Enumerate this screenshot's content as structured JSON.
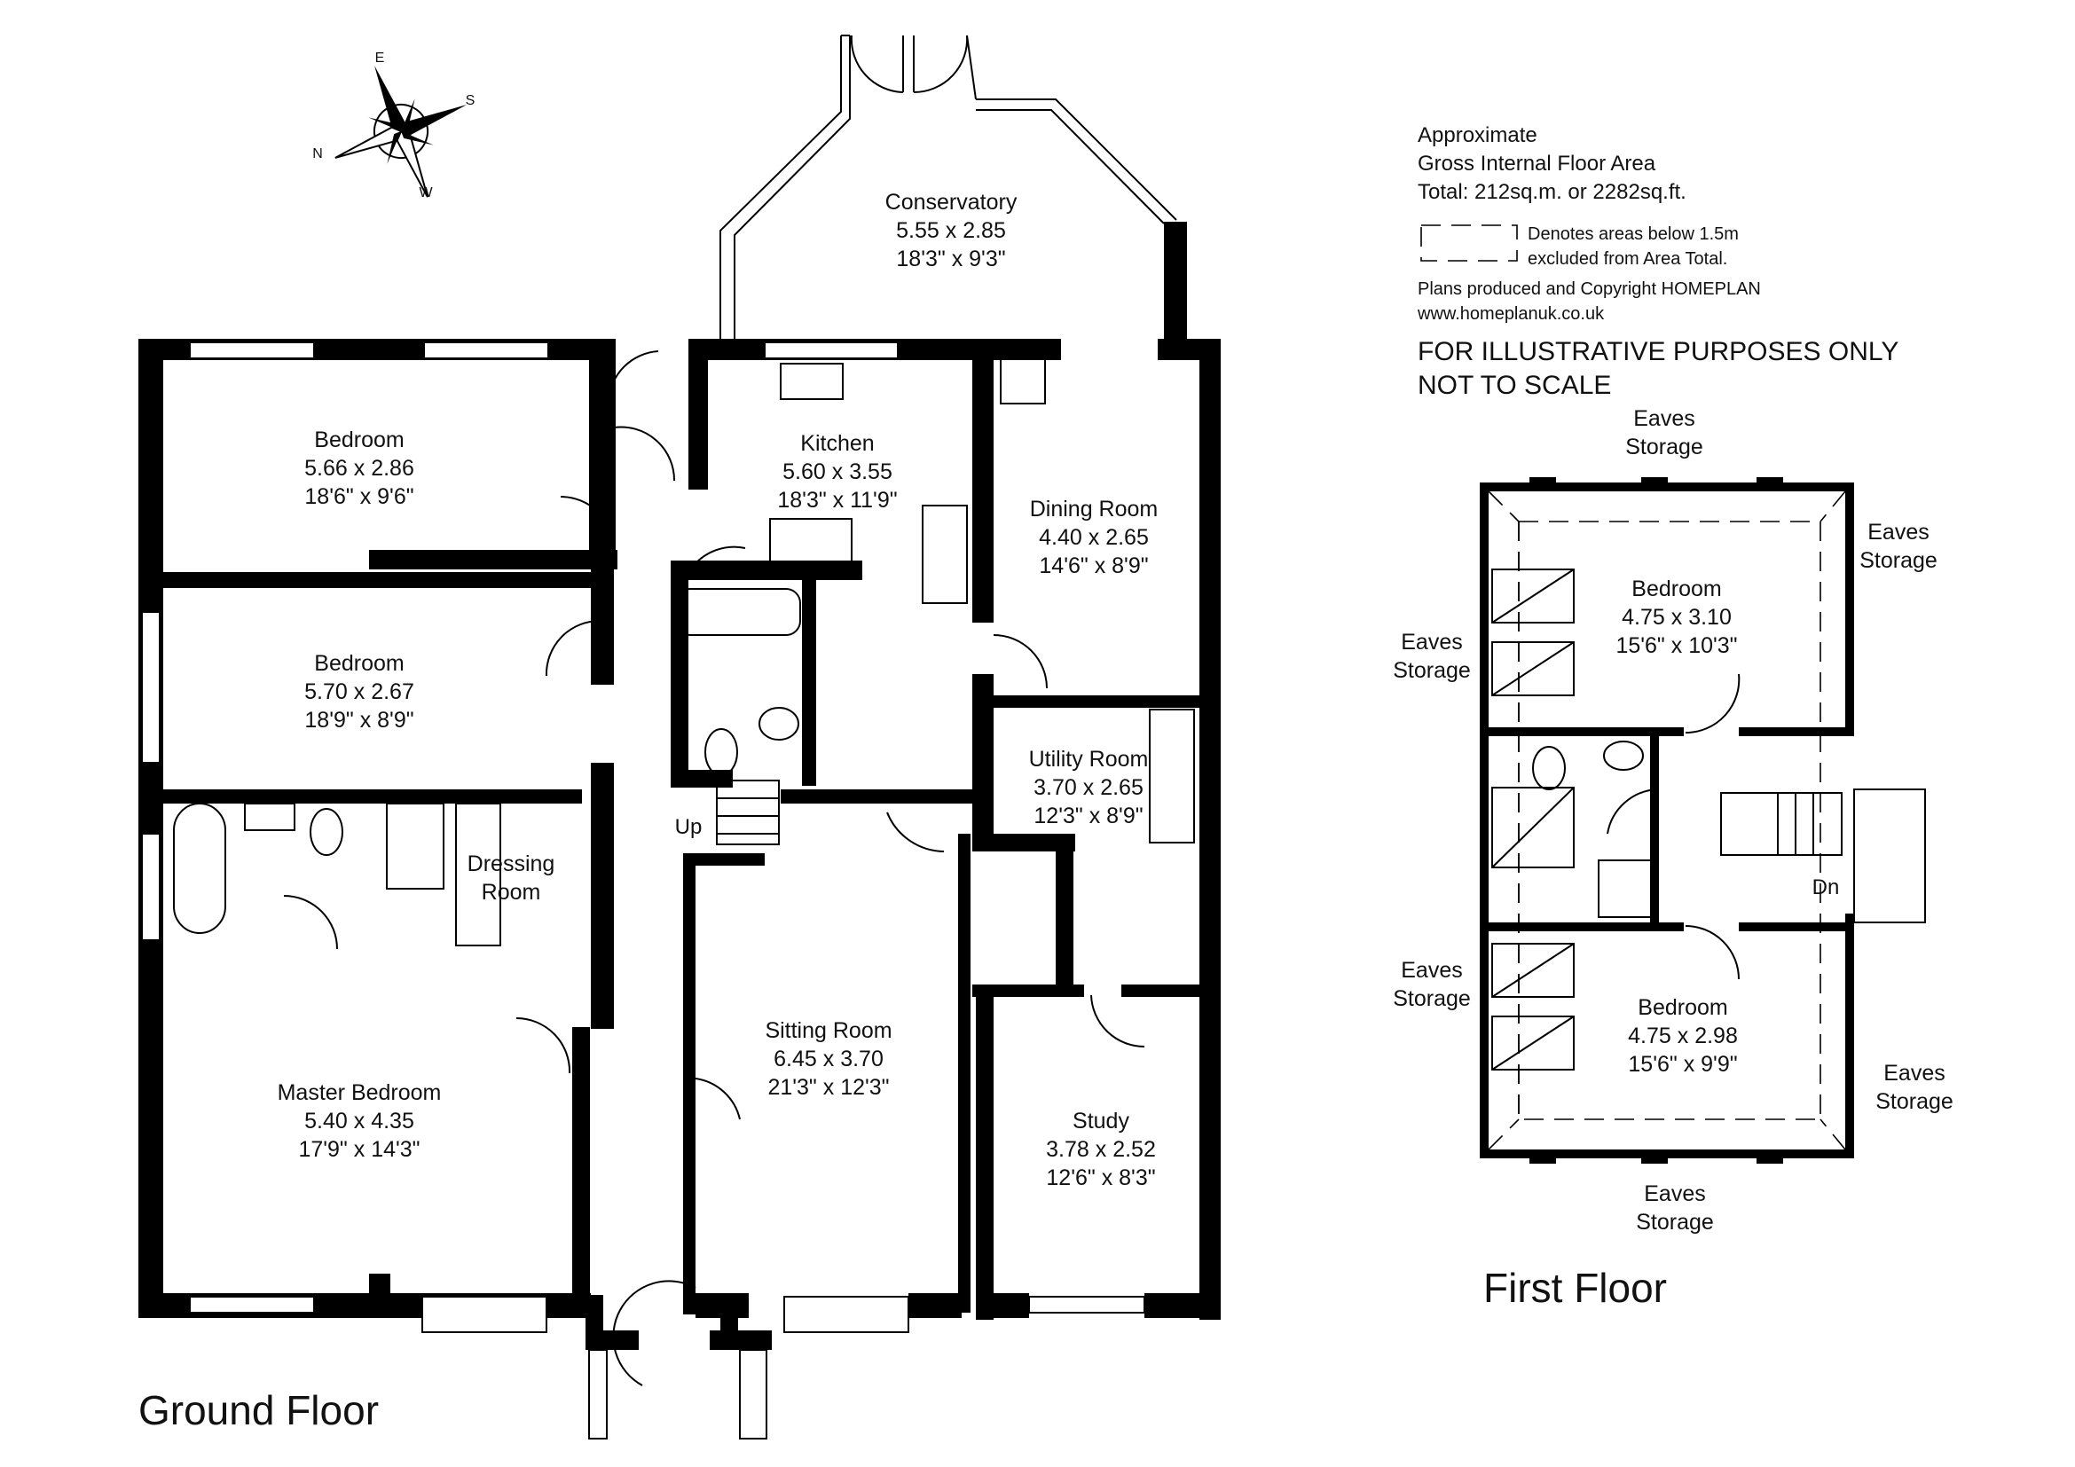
{
  "compass": {
    "n": "N",
    "e": "E",
    "s": "S",
    "w": "W"
  },
  "info": {
    "line1": "Approximate",
    "line2": "Gross Internal Floor Area",
    "line3": "Total: 212sq.m. or 2282sq.ft.",
    "legend1": "Denotes areas below 1.5m",
    "legend2": "excluded from Area Total.",
    "copyright": "Plans produced and Copyright HOMEPLAN",
    "website": "www.homeplanuk.co.uk",
    "notice1": "FOR ILLUSTRATIVE PURPOSES ONLY",
    "notice2": "NOT TO SCALE"
  },
  "ground_floor": {
    "title": "Ground Floor",
    "up_label": "Up",
    "rooms": [
      {
        "name": "Conservatory",
        "metric": "5.55 x 2.85",
        "imperial": "18'3\" x 9'3\""
      },
      {
        "name": "Bedroom",
        "metric": "5.66 x 2.86",
        "imperial": "18'6\" x 9'6\""
      },
      {
        "name": "Kitchen",
        "metric": "5.60 x 3.55",
        "imperial": "18'3\" x 11'9\""
      },
      {
        "name": "Dining Room",
        "metric": "4.40 x 2.65",
        "imperial": "14'6\" x 8'9\""
      },
      {
        "name": "Bedroom",
        "metric": "5.70 x 2.67",
        "imperial": "18'9\" x 8'9\""
      },
      {
        "name": "Utility Room",
        "metric": "3.70 x 2.65",
        "imperial": "12'3\" x 8'9\""
      },
      {
        "name_line1": "Dressing",
        "name_line2": "Room"
      },
      {
        "name": "Sitting Room",
        "metric": "6.45 x 3.70",
        "imperial": "21'3\" x 12'3\""
      },
      {
        "name": "Master Bedroom",
        "metric": "5.40 x 4.35",
        "imperial": "17'9\" x 14'3\""
      },
      {
        "name": "Study",
        "metric": "3.78 x 2.52",
        "imperial": "12'6\" x 8'3\""
      }
    ]
  },
  "first_floor": {
    "title": "First Floor",
    "dn_label": "Dn",
    "eaves": {
      "line1": "Eaves",
      "line2": "Storage"
    },
    "rooms": [
      {
        "name": "Bedroom",
        "metric": "4.75 x 3.10",
        "imperial": "15'6\" x 10'3\""
      },
      {
        "name": "Bedroom",
        "metric": "4.75 x 2.98",
        "imperial": "15'6\" x 9'9\""
      }
    ]
  }
}
